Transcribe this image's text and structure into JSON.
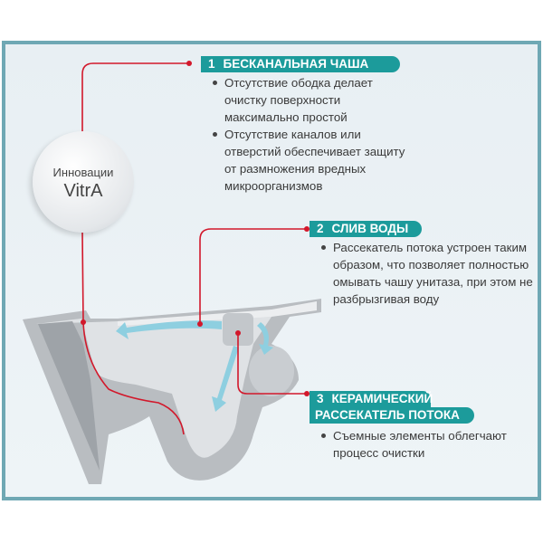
{
  "logo": {
    "line1": "Инновации",
    "line2": "VitrA"
  },
  "features": [
    {
      "number": "1",
      "title": "БЕСКАНАЛЬНАЯ ЧАША",
      "bullets": [
        "Отсутствие ободка делает очистку поверхности максимально простой",
        "Отсутствие каналов или отверстий обеспечивает защиту от размножения вредных микроорганизмов"
      ]
    },
    {
      "number": "2",
      "title": "СЛИВ ВОДЫ",
      "bullets": [
        "Рассекатель потока устроен таким образом, что позволяет полностью омывать чашу унитаза, при этом не разбрызгивая воду"
      ]
    },
    {
      "number": "3",
      "title": "КЕРАМИЧЕСКИЙ",
      "title2": "РАССЕКАТЕЛЬ ПОТОКА",
      "bullets": [
        "Съемные элементы облегчают процесс очистки"
      ]
    }
  ],
  "colors": {
    "accent": "#1c9b9b",
    "callout": "#d2182b",
    "frame": "#6fa8b4"
  }
}
